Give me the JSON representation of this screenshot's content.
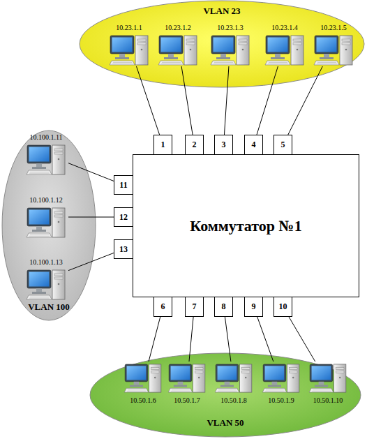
{
  "diagram": {
    "nodes": [
      {
        "text": [
          "VLAN 23"
        ]
      },
      {
        "text": [
          "10.23.1.1"
        ],
        "in": 0
      },
      {
        "text": [
          "10.23.1.2"
        ],
        "in": 0
      },
      {
        "text": [
          "10.23.1.3"
        ],
        "in": 0
      },
      {
        "text": [
          "10.23.1.4"
        ],
        "in": 0
      },
      {
        "text": [
          "10.23.1.5"
        ],
        "in": 0
      },
      {
        "text": [
          "1"
        ]
      },
      {
        "text": [
          "2"
        ]
      },
      {
        "text": [
          "3"
        ]
      },
      {
        "text": [
          "4"
        ]
      },
      {
        "text": [
          "5"
        ]
      },
      {
        "text": [
          "VLAN 100"
        ]
      },
      {
        "text": [
          "10.100.1.11"
        ],
        "in": 11
      },
      {
        "text": [
          "10.100.1.12"
        ],
        "in": 11
      },
      {
        "text": [
          "10.100.1.13"
        ],
        "in": 11
      },
      {
        "text": [
          "11"
        ]
      },
      {
        "text": [
          "12"
        ]
      },
      {
        "text": [
          "13"
        ]
      },
      {
        "text": [
          "Коммутатор №1"
        ]
      },
      {
        "text": [
          "6"
        ]
      },
      {
        "text": [
          "7"
        ]
      },
      {
        "text": [
          "8"
        ]
      },
      {
        "text": [
          "9"
        ]
      },
      {
        "text": [
          "10"
        ]
      },
      {
        "text": [
          "VLAN 50"
        ]
      },
      {
        "text": [
          "10.50.1.6"
        ],
        "in": 24
      },
      {
        "text": [
          "10.50.1.7"
        ],
        "in": 24
      },
      {
        "text": [
          "10.50.1.8"
        ],
        "in": 24
      },
      {
        "text": [
          "10.50.1.9"
        ],
        "in": 24
      },
      {
        "text": [
          "10.50.1.10"
        ],
        "in": 24
      }
    ],
    "edges": [
      {
        "from": 1,
        "to": 6,
        "arrow": "none"
      },
      {
        "from": 2,
        "to": 7,
        "arrow": "none"
      },
      {
        "from": 3,
        "to": 8,
        "arrow": "none"
      },
      {
        "from": 4,
        "to": 9,
        "arrow": "none"
      },
      {
        "from": 5,
        "to": 10,
        "arrow": "none"
      },
      {
        "from": 12,
        "to": 15,
        "arrow": "none"
      },
      {
        "from": 13,
        "to": 16,
        "arrow": "none"
      },
      {
        "from": 14,
        "to": 17,
        "arrow": "none"
      },
      {
        "from": 25,
        "to": 19,
        "arrow": "none"
      },
      {
        "from": 26,
        "to": 20,
        "arrow": "none"
      },
      {
        "from": 27,
        "to": 21,
        "arrow": "none"
      },
      {
        "from": 28,
        "to": 22,
        "arrow": "none"
      },
      {
        "from": 29,
        "to": 23,
        "arrow": "none"
      }
    ]
  }
}
